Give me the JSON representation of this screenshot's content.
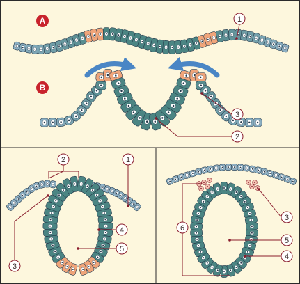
{
  "panels": {
    "A": {
      "badge": "A",
      "callouts": [
        "1"
      ]
    },
    "B": {
      "badge": "B",
      "callouts": [
        "3",
        "2"
      ]
    },
    "C": {
      "callouts": [
        "2",
        "1",
        "4",
        "5",
        "3"
      ]
    },
    "D": {
      "callouts": [
        "3",
        "6",
        "5",
        "4"
      ]
    }
  },
  "colors": {
    "background": "#fdf7dd",
    "frame": "#2a2a2a",
    "cell_dark": "#4b8583",
    "cell_light": "#8fb2c6",
    "neural_crest": "#f0a57a",
    "nucleus": "#ffffff",
    "outline": "#24384a",
    "callout_line": "#8a1c2c",
    "badge": "#c8232c",
    "arrow": "#4a86c5"
  }
}
